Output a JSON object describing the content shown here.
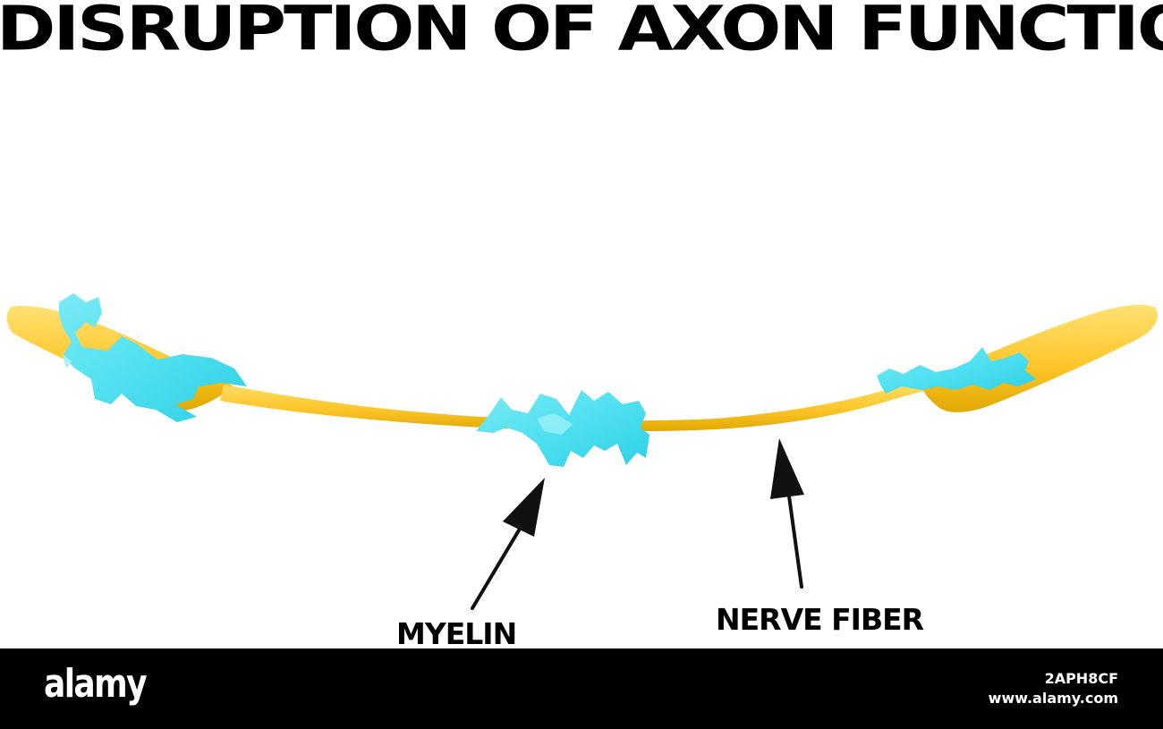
{
  "title": "DISRUPTION OF AXON FUNCTION",
  "labels": {
    "myelin": "MYELIN",
    "nerve_fiber": "NERVE FIBER"
  },
  "watermark": {
    "brand": "alamy",
    "image_id": "2APH8CF",
    "site": "www.alamy.com"
  },
  "colors": {
    "nerve_fiber": "#FFC72C",
    "nerve_fiber_highlight": "#FFE173",
    "nerve_fiber_shadow": "#E0A800",
    "myelin": "#4FE0F0",
    "myelin_light": "#A6F2F8",
    "arrow": "#111111",
    "footer": "#000000"
  }
}
